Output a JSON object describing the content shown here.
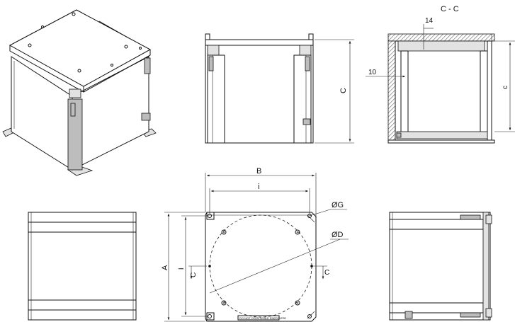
{
  "labels": {
    "section_title": "C - C",
    "dim_14": "14",
    "dim_10": "10",
    "dim_c_front": "C",
    "dim_c_section": "c",
    "dim_b": "B",
    "dim_i_top": "i",
    "dim_a": "A",
    "dim_i_side": "i",
    "dim_og": "ØG",
    "dim_od": "ØD",
    "cut_left": "C",
    "cut_right": "C",
    "plate_text": "DO NOT OPEN WHILE ENERGIZED"
  },
  "colors": {
    "line": "#111111",
    "hatch": "#9a9a9a",
    "fill_gray": "#bdbdbd"
  }
}
